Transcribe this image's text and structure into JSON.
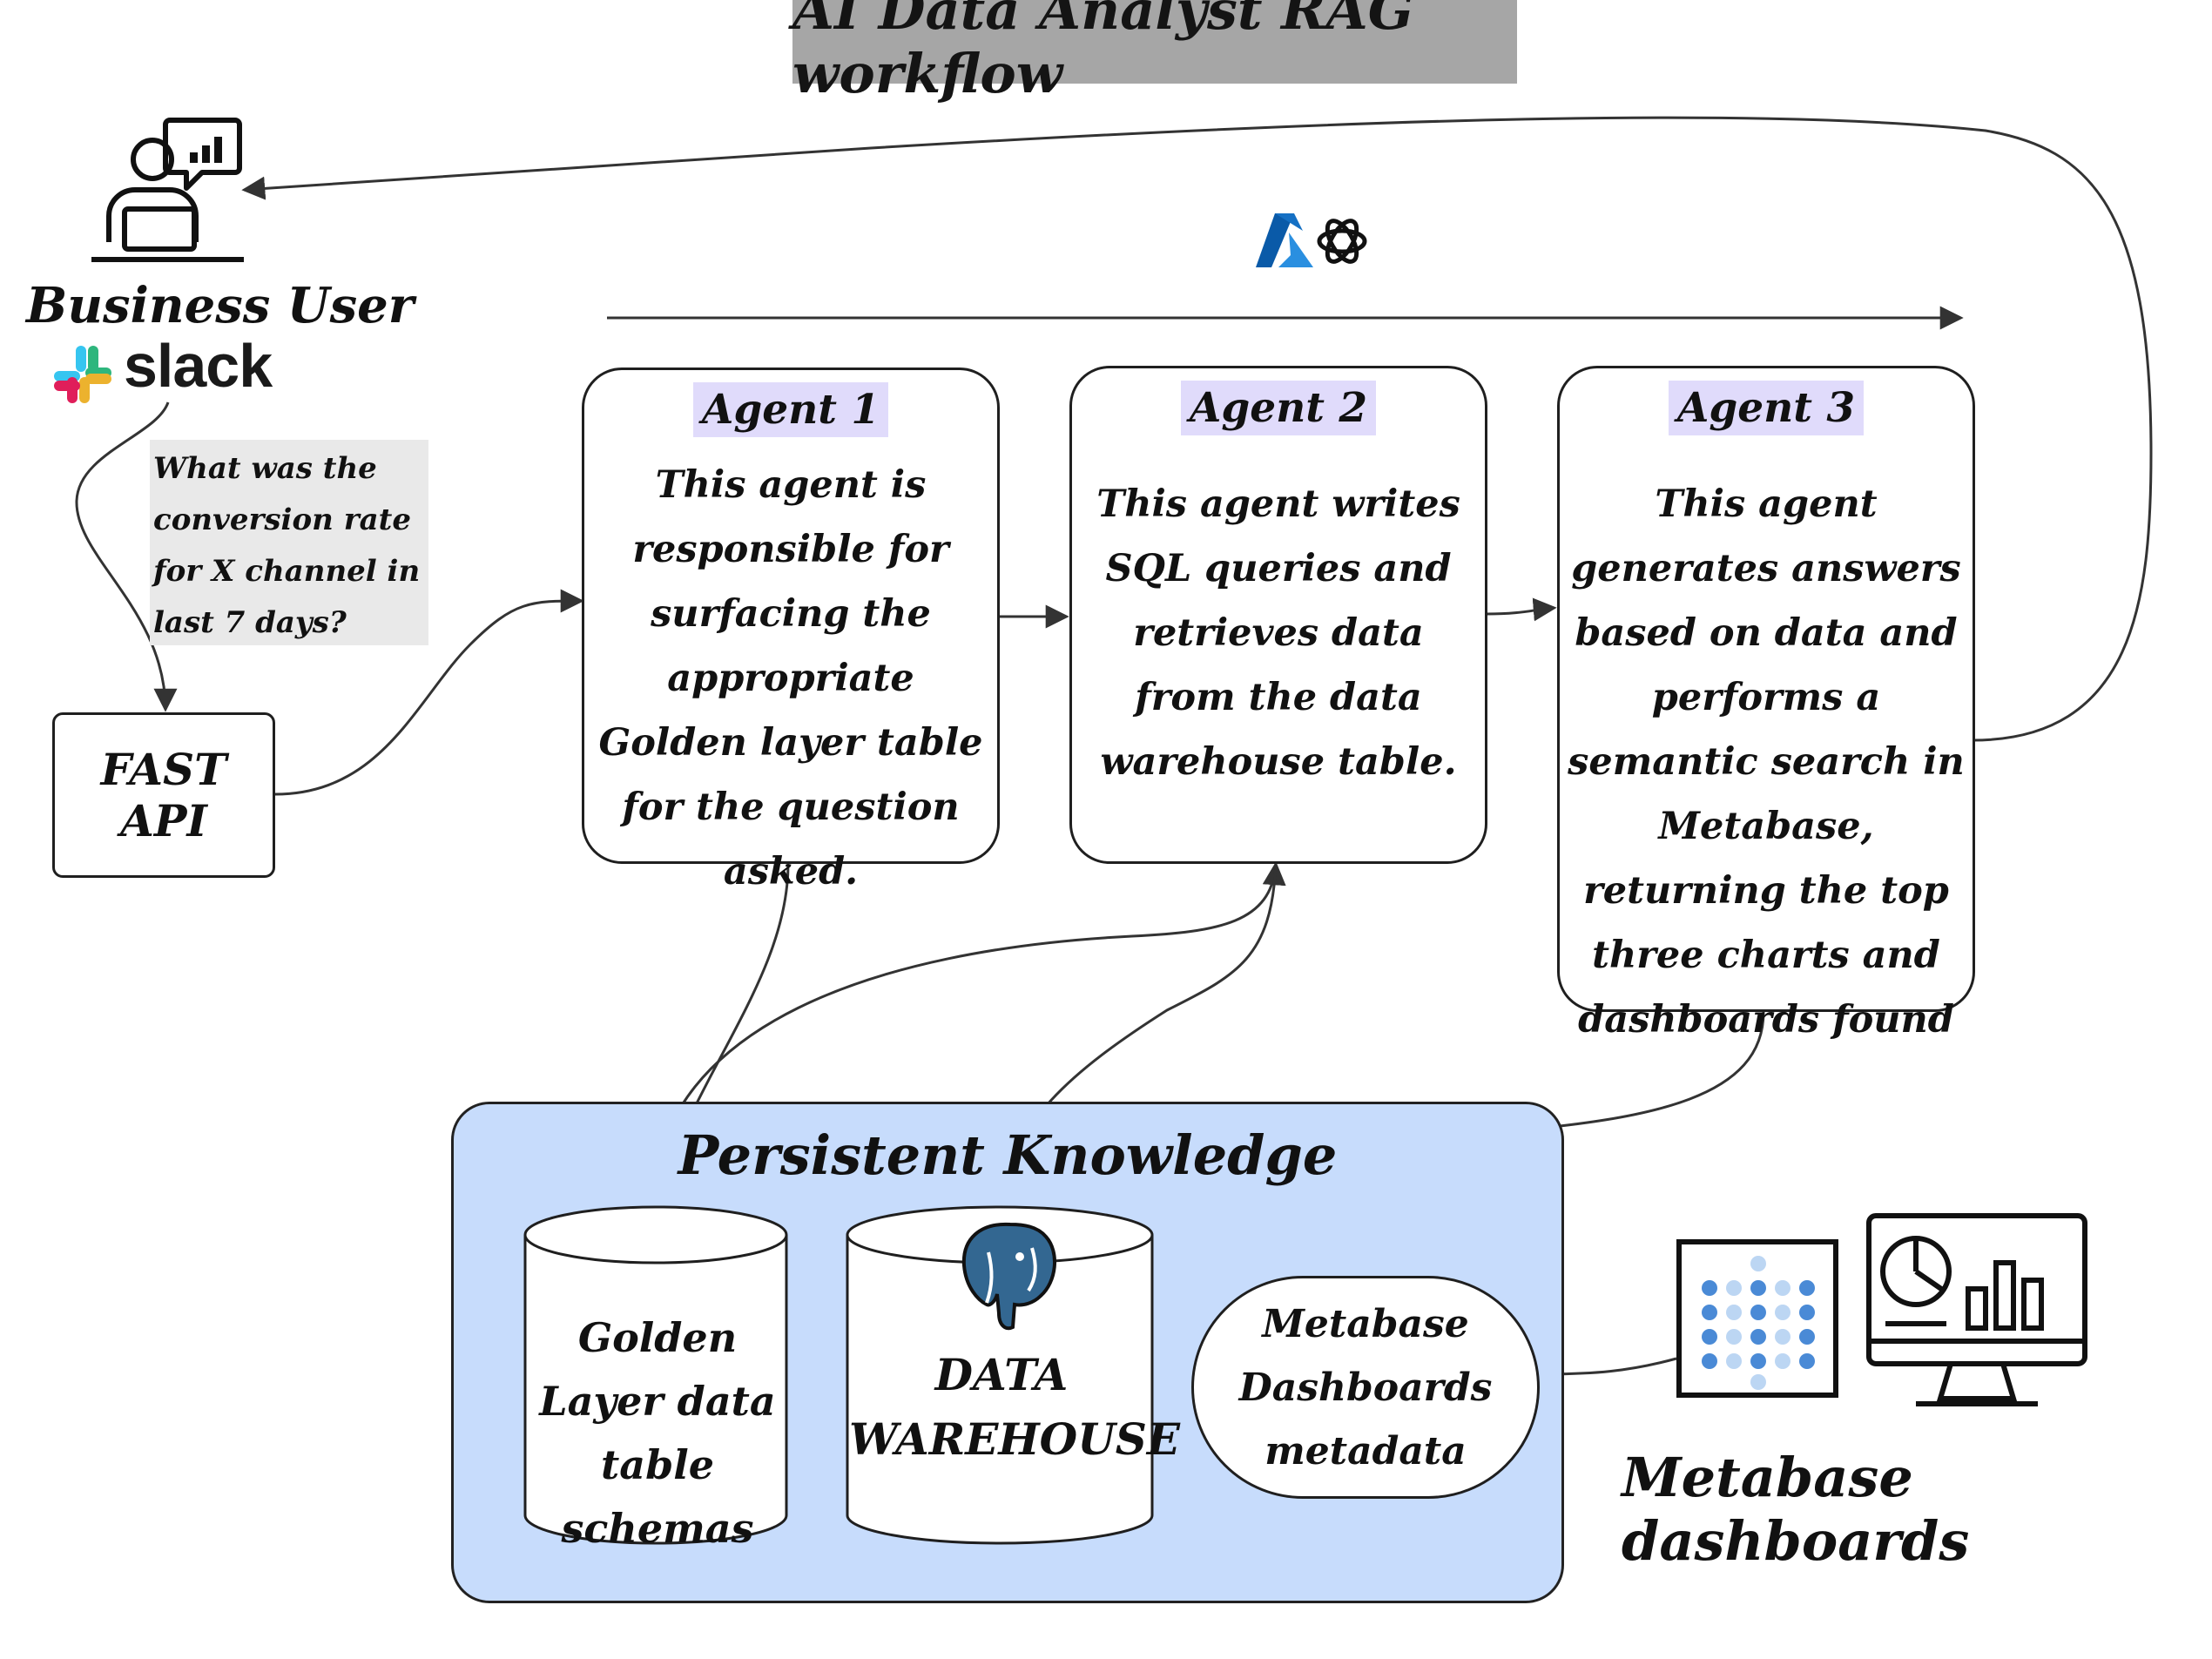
{
  "title": "AI Data Analyst RAG workflow",
  "user": {
    "label": "Business User",
    "platform": "slack",
    "icon": "business-user-icon"
  },
  "question": "What was the conversion rate for X channel in last 7 days?",
  "api": {
    "label": "FAST API"
  },
  "llm_icons": [
    "azure-logo",
    "openai-logo"
  ],
  "agents": [
    {
      "tag": "Agent 1",
      "text": "This agent is responsible for surfacing the appropriate Golden layer table for the question asked."
    },
    {
      "tag": "Agent 2",
      "text": "This agent writes SQL queries and retrieves data from the data warehouse table."
    },
    {
      "tag": "Agent 3",
      "text": "This agent generates answers based on data and performs a semantic search in Metabase, returning the top three charts and dashboards found"
    }
  ],
  "knowledge": {
    "title": "Persistent Knowledge",
    "golden": "Golden Layer data table schemas",
    "warehouse": "DATA WAREHOUSE",
    "metabase_meta": "Metabase Dashboards metadata"
  },
  "metabase": {
    "label": "Metabase dashboards"
  },
  "colors": {
    "agent_tag": "#e0dbfb",
    "knowledge_bg": "#c7dcfc",
    "title_bg": "#a6a6a6",
    "postgres": "#336791"
  }
}
